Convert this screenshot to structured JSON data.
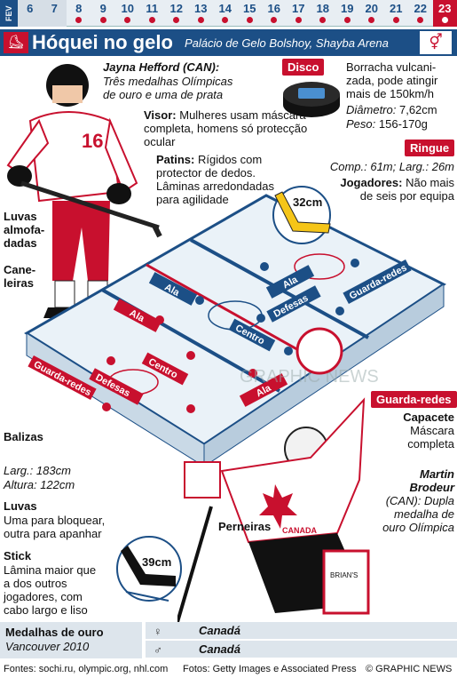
{
  "date_strip": {
    "month": "FEV",
    "days": [
      "6",
      "7",
      "8",
      "9",
      "10",
      "11",
      "12",
      "13",
      "14",
      "15",
      "16",
      "17",
      "18",
      "19",
      "20",
      "21",
      "22",
      "23"
    ],
    "highlighted_day": "23"
  },
  "header": {
    "title": "Hóquei no gelo",
    "venue": "Palácio de Gelo Bolshoy, Shayba Arena",
    "sport_icon": "hockey-player-icon",
    "gender_icon": "male-female-icon"
  },
  "player": {
    "name": "Jayna Hefford (CAN):",
    "desc": "Três medalhas Olímpicas de ouro e uma de prata",
    "jersey_number": "16",
    "visor_title": "Visor:",
    "visor_text": "Mulheres usam máscara completa, homens só protecção ocular",
    "skates_title": "Patins:",
    "skates_text": "Rígidos com protector de dedos. Lâminas arredondadas para agilidade",
    "gloves_label": "Luvas almofa-dadas",
    "shins_label": "Cane-leiras"
  },
  "puck": {
    "tag": "Disco",
    "desc": "Borracha vulcani-zada, pode atingir mais de 150km/h",
    "diameter_label": "Diâmetro:",
    "diameter": "7,62cm",
    "weight_label": "Peso:",
    "weight": "156-170g"
  },
  "rink": {
    "tag": "Ringue",
    "size": "Comp.: 61m; Larg.: 26m",
    "players_title": "Jogadores:",
    "players_text": "Não mais de seis por equipa",
    "blade_size": "32cm",
    "positions_blue": [
      "Ala",
      "Ala",
      "Centro",
      "Defesas",
      "Guarda-redes"
    ],
    "positions_red": [
      "Ala",
      "Ala",
      "Centro",
      "Defesas",
      "Guarda-redes"
    ],
    "watermark": "GRAPHIC NEWS"
  },
  "goalie": {
    "tag": "Guarda-redes",
    "helmet_title": "Capacete",
    "helmet_text": "Máscara completa",
    "name": "Martin Brodeur",
    "desc": "(CAN): Dupla medalha de ouro Olímpica",
    "jersey_text": "CANADA",
    "pads_label": "Perneiras",
    "pad_brand": "BRIAN'S"
  },
  "goals": {
    "title": "Balizas",
    "width_label": "Larg.:",
    "width": "183cm",
    "height_label": "Altura:",
    "height": "122cm"
  },
  "gloves": {
    "title": "Luvas",
    "text": "Uma para bloquear, outra para apanhar"
  },
  "stick": {
    "title": "Stick",
    "text": "Lâmina maior que a dos outros jogadores, com cabo largo e liso",
    "blade_size": "39cm"
  },
  "medals": {
    "title": "Medalhas de ouro",
    "subtitle": "Vancouver 2010",
    "women": "Canadá",
    "men": "Canadá"
  },
  "footer": {
    "sources": "Fontes: sochi.ru, olympic.org, nhl.com",
    "photos": "Fotos: Getty Images e Associated Press",
    "credit": "© GRAPHIC NEWS"
  },
  "colors": {
    "blue": "#1c4f86",
    "red": "#c8102e",
    "ice": "#eaf2f8"
  }
}
